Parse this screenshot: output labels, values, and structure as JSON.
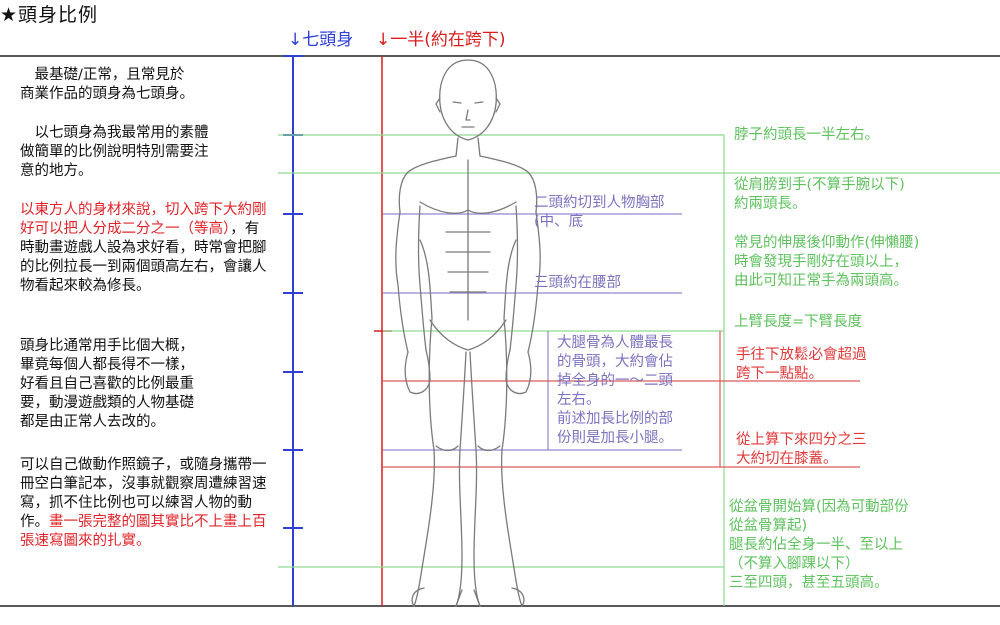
{
  "title": "★頭身比例",
  "left_text": {
    "p1": [
      "　最基礎/正常，且常見於",
      "商業作品的頭身為七頭身。"
    ],
    "p2": [
      "　以七頭身為我最常用的素體",
      "做簡單的比例說明特別需要注",
      "意的地方。"
    ],
    "p3_red": "以東方人的身材來說，切入跨下大約剛好可以把人分成二分之一（等高）",
    "p3_black": "，有時動畫遊戲人設為求好看，時常會把腳的比例拉長一到兩個頭高左右，會讓人物看起來較為修長。",
    "p4": [
      "頭身比通常用手比個大概，",
      "畢竟每個人都長得不一樣，",
      "好看且自己喜歡的比例最重",
      "要，動漫遊戲類的人物基礎",
      "都是由正常人去改的。"
    ],
    "p5_black": "可以自己做動作照鏡子，或隨身攜帶一冊空白筆記本，沒事就觀察周遭練習速寫，抓不住比例也可以練習人物的動作。",
    "p5_red": "畫一張完整的圖其實比不上畫上百張速寫圖來的扎實。"
  },
  "headers": {
    "blue": "↓七頭身",
    "red": "↓一半(約在跨下)"
  },
  "annotations": {
    "neck": "脖子約頭長一半左右。",
    "shoulder_hand": [
      "從肩膀到手(不算手腕以下)",
      "約兩頭長。"
    ],
    "stretch": [
      "常見的伸展後仰動作(伸懶腰)",
      "時會發現手剛好在頭以上，",
      "由此可知正常手為兩頭高。"
    ],
    "chest": [
      "二頭約切到人物胸部",
      "(中、底"
    ],
    "waist": "三頭約在腰部",
    "upper_arm": "上臂長度=下臂長度",
    "femur": [
      "大腿骨為人體最長",
      "的骨頭，大約會佔",
      "掉全身的一～二頭",
      "左右。",
      "前述加長比例的部",
      "份則是加長小腿。"
    ],
    "hand_down": [
      "手往下放鬆必會超過",
      "跨下一點點。"
    ],
    "knee": [
      "從上算下來四分之三",
      "大約切在膝蓋。"
    ],
    "leg": [
      "從盆骨開始算(因為可動部份",
      "從盆骨算起)",
      "腿長約佔全身一半、至以上",
      "（不算入腳踝以下）",
      "三至四頭，甚至五頭高。"
    ]
  },
  "colors": {
    "blue": "#2e3fd6",
    "red": "#d91d1d",
    "green": "#8fd98f",
    "purple": "#7c72c0",
    "sketch": "#7a7a7a"
  }
}
